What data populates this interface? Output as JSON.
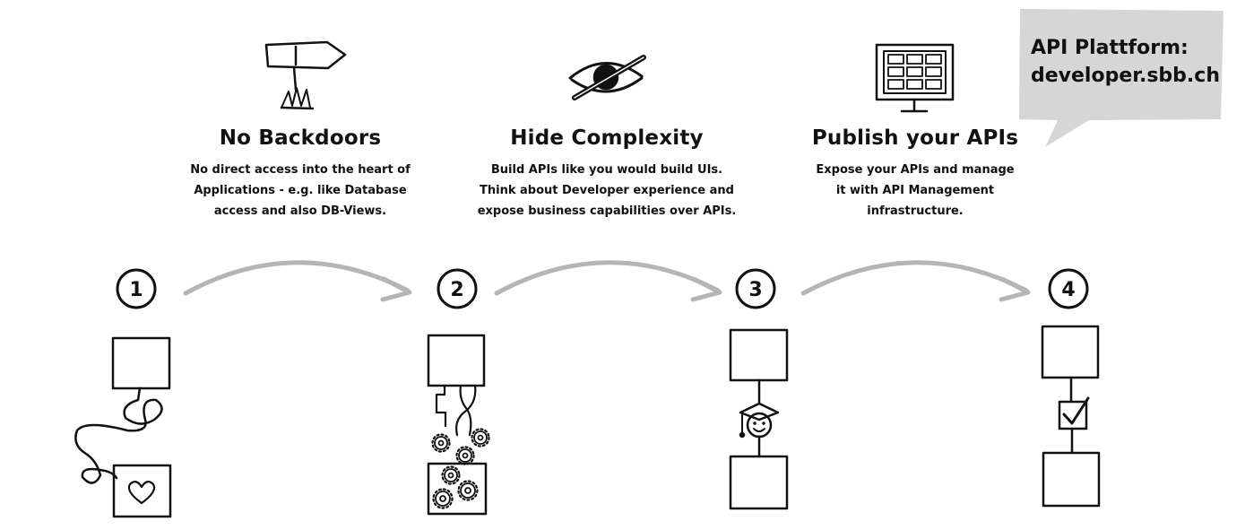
{
  "callout": {
    "line1": "API Plattform:",
    "line2": "developer.sbb.ch"
  },
  "principles": [
    {
      "title": "No Backdoors",
      "description": "No direct access into the heart of\nApplications - e.g. like Database\naccess and also DB-Views.",
      "icon": "signpost-icon"
    },
    {
      "title": "Hide Complexity",
      "description": "Build APIs like you would build UIs.\nThink about Developer experience and\nexpose business capabilities over APIs.",
      "icon": "hidden-eye-icon"
    },
    {
      "title": "Publish your APIs",
      "description": "Expose your APIs and manage\nit with API Management\ninfrastructure.",
      "icon": "monitor-grid-icon"
    }
  ],
  "steps": [
    {
      "number": "1",
      "icon": "heart-box-icon"
    },
    {
      "number": "2",
      "icon": "gears-box-icon"
    },
    {
      "number": "3",
      "icon": "graduate-face-icon"
    },
    {
      "number": "4",
      "icon": "checkbox-icon"
    }
  ],
  "colors": {
    "ink": "#111111",
    "arrow": "#b5b5b5",
    "bubble": "#d6d6d6"
  }
}
